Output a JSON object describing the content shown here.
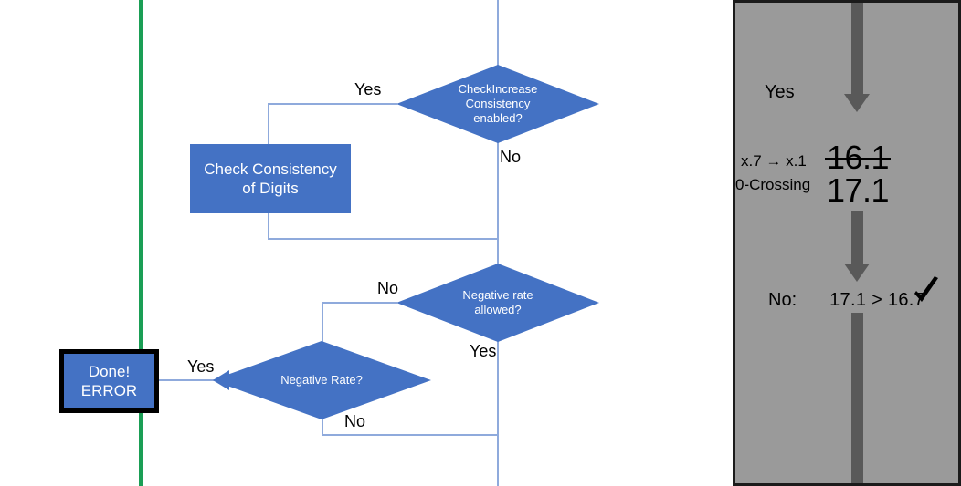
{
  "flowchart": {
    "green_divider_color": "#1a9e55",
    "accent_color": "#4472C4",
    "connector_color": "#8FAADC",
    "nodes": [
      {
        "id": "check-increase",
        "type": "decision",
        "text": "CheckIncrease Consistency enabled?",
        "line1": "CheckIncrease",
        "line2": "Consistency",
        "line3": "enabled?"
      },
      {
        "id": "check-consistency",
        "type": "process",
        "text": "Check Consistency of Digits",
        "line1": "Check Consistency",
        "line2": "of Digits"
      },
      {
        "id": "negative-rate-allowed",
        "type": "decision",
        "text": "Negative rate allowed?",
        "line1": "Negative rate",
        "line2": "allowed?"
      },
      {
        "id": "negative-rate",
        "type": "decision",
        "text": "Negative Rate?",
        "line1": "Negative Rate?"
      },
      {
        "id": "done-error",
        "type": "terminator",
        "text": "Done! ERROR",
        "line1": "Done!",
        "line2": "ERROR"
      }
    ],
    "edge_labels": {
      "check_increase_yes": "Yes",
      "check_increase_no": "No",
      "negative_rate_allowed_no": "No",
      "negative_rate_allowed_yes": "Yes",
      "negative_rate_no": "No",
      "done_error_yes": "Yes"
    }
  },
  "panel": {
    "background_color": "#9a9a9a",
    "arrow_color": "#595959",
    "branch_label": "Yes",
    "rule_label_1": "x.7 → x.1",
    "rule_label_2": "0-Crossing",
    "value_old": "16.1",
    "value_old_struck": true,
    "value_new": "17.1",
    "result_prefix": "No:",
    "result_comparison": "17.1 > 16.7",
    "result_icon": "check-mark-icon"
  }
}
